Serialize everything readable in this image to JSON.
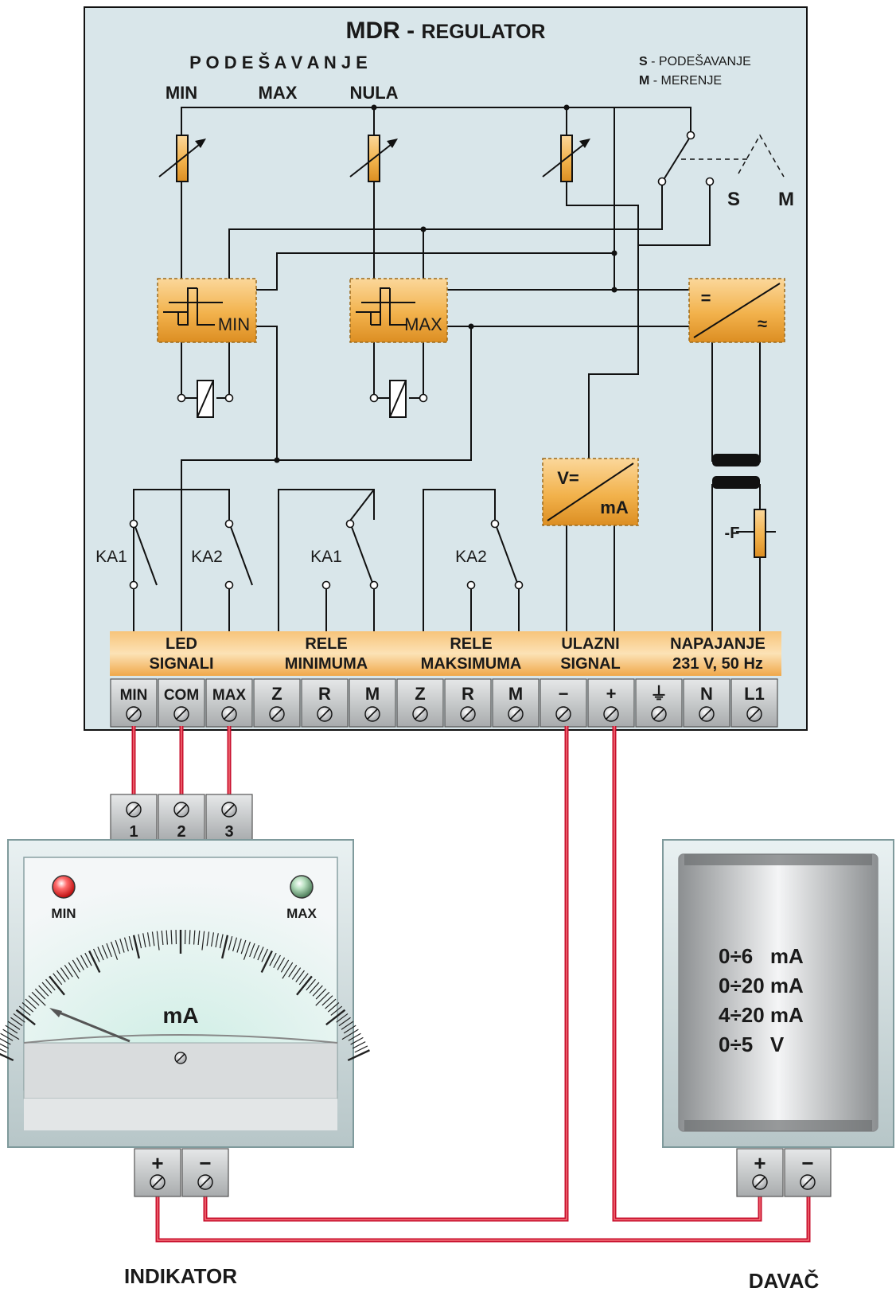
{
  "regulator": {
    "title_main": "MDR - ",
    "title_sub": "REGULATOR",
    "podesavanje": "P O D E Š A V A N J E",
    "pot_labels": [
      "MIN",
      "MAX",
      "NULA"
    ],
    "legend_s_key": "S",
    "legend_s_text": " - PODEŠAVANJE",
    "legend_m_key": "M",
    "legend_m_text": " - MERENJE",
    "switch_s": "S",
    "switch_m": "M",
    "comparator_min": "MIN",
    "comparator_max": "MAX",
    "converter_eq": "=",
    "converter_ac": "≈",
    "vconv_top": "V=",
    "vconv_bottom": "mA",
    "fuse": "-F",
    "contacts": [
      "KA1",
      "KA2",
      "KA1",
      "KA2"
    ],
    "sections": [
      {
        "line1": "LED",
        "line2": "SIGNALI"
      },
      {
        "line1": "RELE",
        "line2": "MINIMUMA"
      },
      {
        "line1": "RELE",
        "line2": "MAKSIMUMA"
      },
      {
        "line1": "ULAZNI",
        "line2": "SIGNAL"
      },
      {
        "line1": "NAPAJANJE",
        "line2": "231 V, 50 Hz"
      }
    ],
    "terminals": [
      "MIN",
      "COM",
      "MAX",
      "Z",
      "R",
      "M",
      "Z",
      "R",
      "M",
      "−",
      "+",
      "⏚",
      "N",
      "L1"
    ]
  },
  "indicator": {
    "label": "INDIKATOR",
    "top_terminals": [
      "1",
      "2",
      "3"
    ],
    "led_min": "MIN",
    "led_max": "MAX",
    "unit": "mA",
    "bottom_terminals": [
      "+",
      "−"
    ]
  },
  "davac": {
    "label": "DAVAČ",
    "ranges": [
      "0÷6   mA",
      "0÷20 mA",
      "4÷20 mA",
      "0÷5   V"
    ],
    "bottom_terminals": [
      "+",
      "−"
    ]
  },
  "colors": {
    "panel": "#d9e6ea",
    "component": "#f2b24c",
    "wire_red": "#c8102e",
    "terminal": "#c9cbcc"
  }
}
